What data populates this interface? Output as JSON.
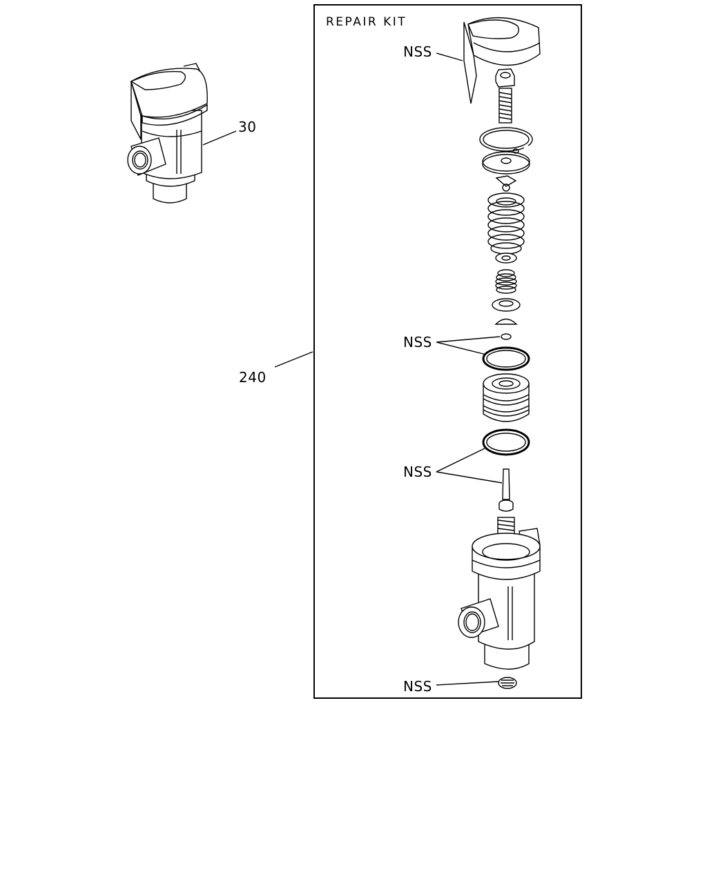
{
  "diagram": {
    "repair_kit_title": "REPAIR KIT",
    "callouts": {
      "assembly": "30",
      "kit": "240",
      "nss_top": "NSS",
      "nss_orings": "NSS",
      "nss_pin": "NSS",
      "nss_bottom": "NSS"
    }
  }
}
